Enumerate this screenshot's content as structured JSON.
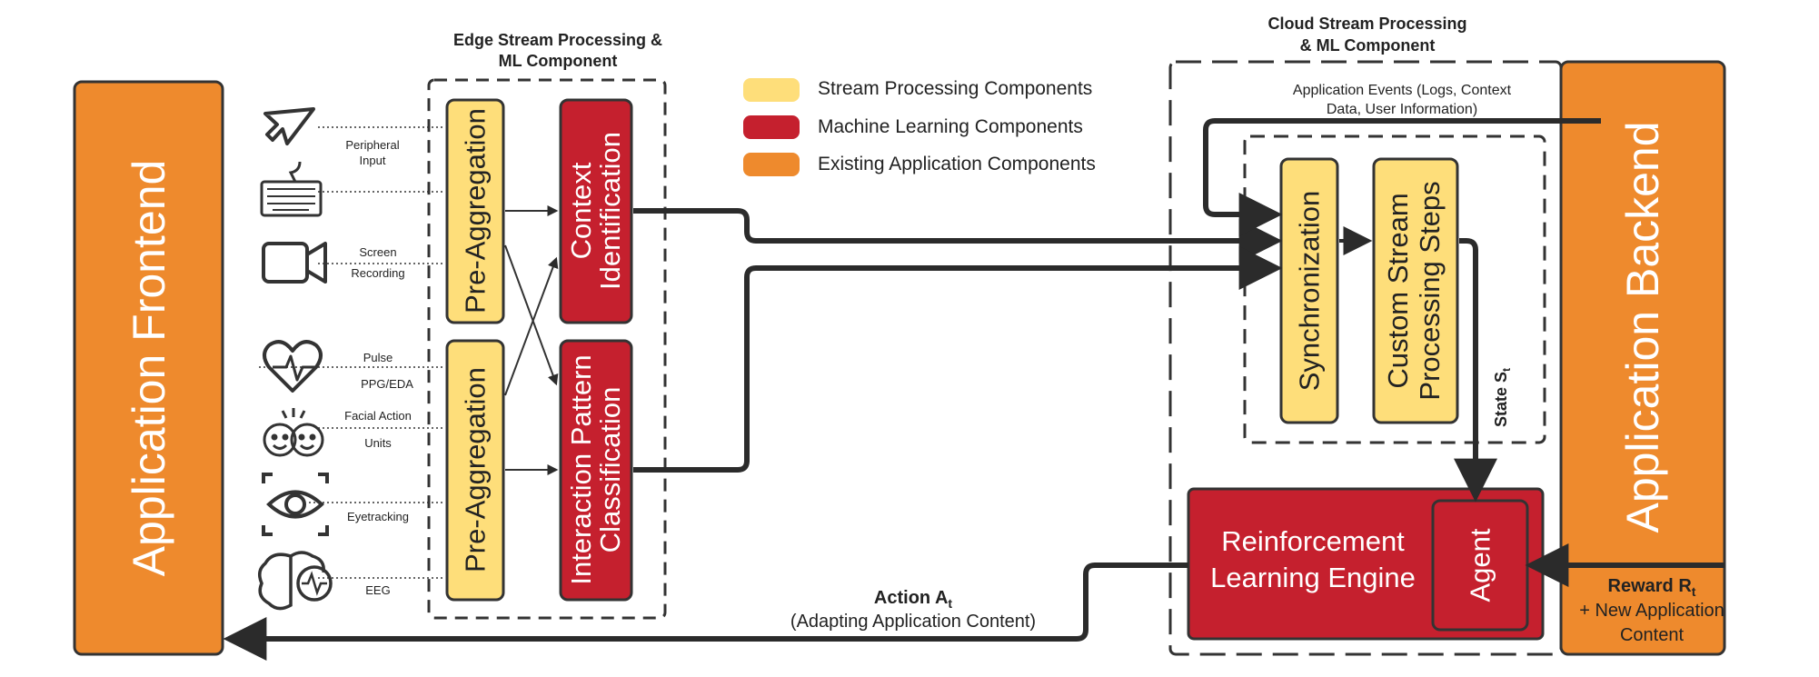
{
  "frontend": {
    "label": "Application Frontend"
  },
  "backend": {
    "label": "Application Backend"
  },
  "edge": {
    "title_line1": "Edge Stream Processing &",
    "title_line2": "ML Component"
  },
  "cloud": {
    "title_line1": "Cloud Stream Processing",
    "title_line2": "& ML Component"
  },
  "legend": {
    "stream": {
      "label": "Stream Processing Components",
      "color": "#FEDE7A"
    },
    "ml": {
      "label": "Machine Learning Components",
      "color": "#C5202E"
    },
    "existing": {
      "label": "Existing Application Components",
      "color": "#EE8A2D"
    }
  },
  "inputs": {
    "peripheral": {
      "line1": "Peripheral",
      "line2": "Input",
      "icon": "pointer-icon"
    },
    "keyboard": {
      "icon": "keyboard-icon"
    },
    "screen": {
      "line1": "Screen",
      "line2": "Recording",
      "icon": "camera-icon"
    },
    "pulse": {
      "line1": "Pulse",
      "line2": "PPG/EDA",
      "icon": "heart-pulse-icon"
    },
    "facial": {
      "line1": "Facial Action",
      "line2": "Units",
      "icon": "faces-icon"
    },
    "eye": {
      "line1": "Eyetracking",
      "icon": "eye-icon"
    },
    "eeg": {
      "line1": "EEG",
      "icon": "brain-icon"
    }
  },
  "boxes": {
    "preagg_top": "Pre-Aggregation",
    "preagg_bottom": "Pre-Aggregation",
    "context_line1": "Context",
    "context_line2": "Identification",
    "interaction_line1": "Interaction Pattern",
    "interaction_line2": "Classification",
    "sync": "Synchronization",
    "custom_line1": "Custom Stream",
    "custom_line2": "Processing Steps",
    "rl_line1": "Reinforcement",
    "rl_line2": "Learning Engine",
    "agent": "Agent"
  },
  "labels": {
    "app_events_line1": "Application Events (Logs, Context",
    "app_events_line2": "Data, User Information)",
    "state": "State S",
    "state_sub": "t",
    "action": "Action A",
    "action_sub": "t",
    "action_desc": "(Adapting Application Content)",
    "reward": "Reward R",
    "reward_sub": "t",
    "reward_line2": "+ New Application",
    "reward_line3": "Content"
  },
  "colors": {
    "stream": "#FEDE7A",
    "ml": "#C5202E",
    "existing": "#EE8A2D",
    "stroke": "#2B2B2B"
  }
}
